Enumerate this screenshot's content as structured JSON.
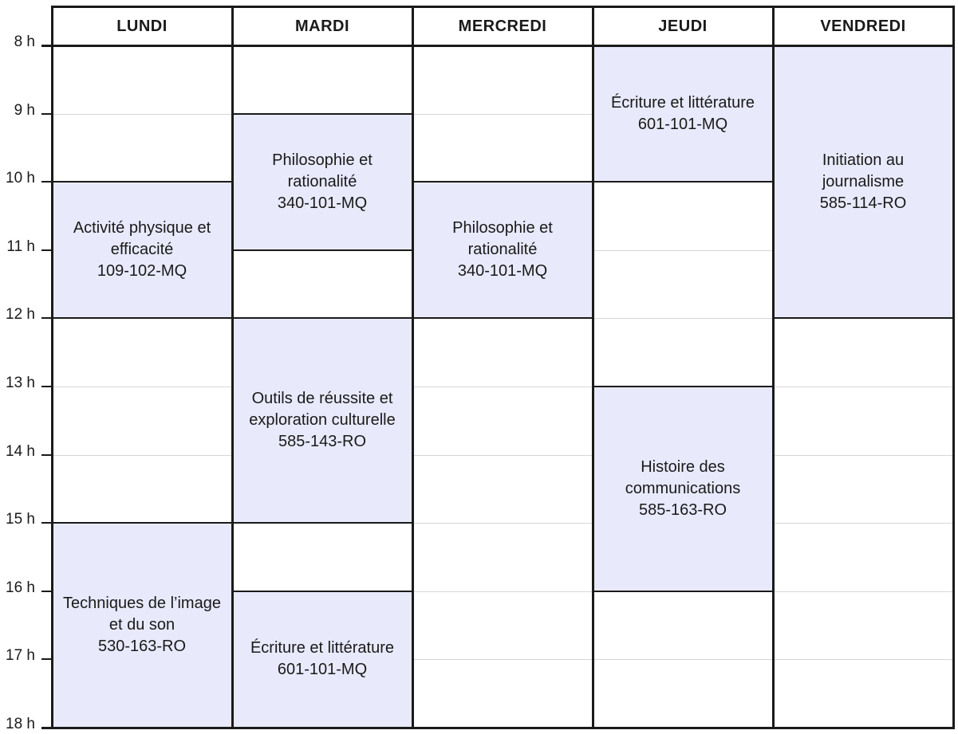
{
  "hours": [
    "8 h",
    "9 h",
    "10 h",
    "11 h",
    "12 h",
    "13 h",
    "14 h",
    "15 h",
    "16 h",
    "17 h",
    "18 h"
  ],
  "days": [
    "LUNDI",
    "MARDI",
    "MERCREDI",
    "JEUDI",
    "VENDREDI"
  ],
  "courses": [
    {
      "day": 0,
      "start": 10,
      "end": 12,
      "name": "Activité physique et efficacité",
      "code": "109-102-MQ"
    },
    {
      "day": 0,
      "start": 15,
      "end": 18,
      "name": "Techniques de l’image et du son",
      "code": "530-163-RO"
    },
    {
      "day": 1,
      "start": 9,
      "end": 11,
      "name": "Philosophie et rationalité",
      "code": "340-101-MQ"
    },
    {
      "day": 1,
      "start": 12,
      "end": 15,
      "name": "Outils de réussite et exploration culturelle",
      "code": "585-143-RO"
    },
    {
      "day": 1,
      "start": 16,
      "end": 18,
      "name": "Écriture et littérature",
      "code": "601-101-MQ"
    },
    {
      "day": 2,
      "start": 10,
      "end": 12,
      "name": "Philosophie et rationalité",
      "code": "340-101-MQ"
    },
    {
      "day": 3,
      "start": 8,
      "end": 10,
      "name": "Écriture et littérature",
      "code": "601-101-MQ"
    },
    {
      "day": 3,
      "start": 13,
      "end": 16,
      "name": "Histoire des communications",
      "code": "585-163-RO"
    },
    {
      "day": 4,
      "start": 8,
      "end": 12,
      "name": "Initiation au journalisme",
      "code": "585-114-RO"
    }
  ],
  "colors": {
    "course_fill": "#e8e9fb",
    "grid_line": "#d6d6d6",
    "border": "#1a1a1a"
  }
}
